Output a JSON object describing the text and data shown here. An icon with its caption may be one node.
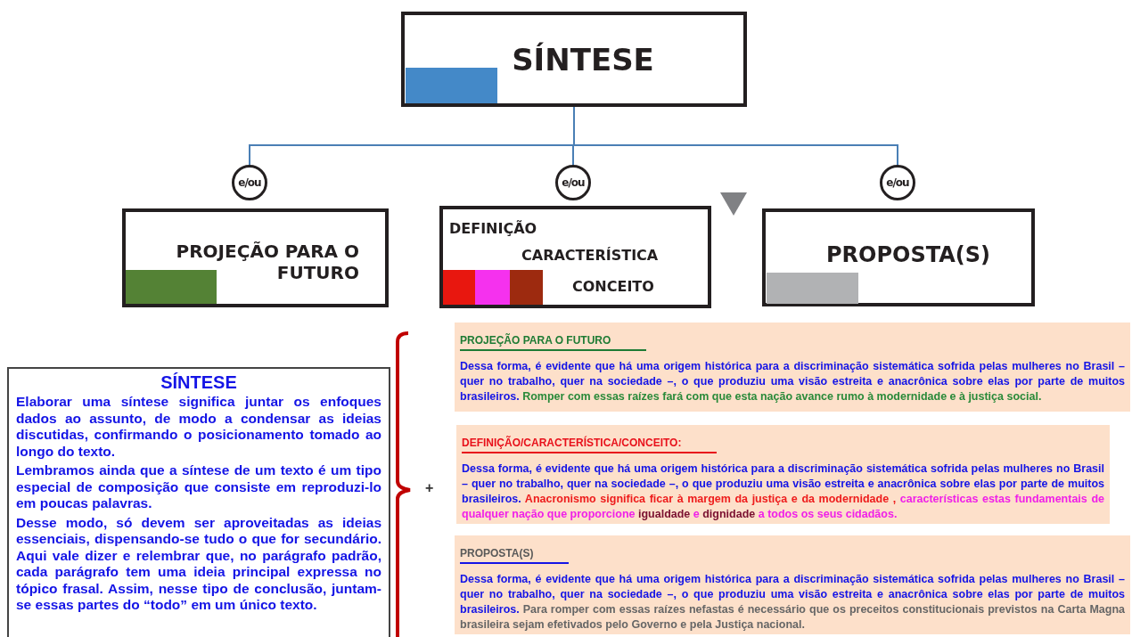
{
  "diagram": {
    "nodes": [
      {
        "text": [
          "SÍNTESE"
        ]
      },
      {
        "text": [
          "e/ou"
        ]
      },
      {
        "text": [
          "e/ou"
        ]
      },
      {
        "text": [
          "e/ou"
        ]
      },
      {
        "text": [
          "PROJEÇÃO PARA O FUTURO"
        ]
      },
      {
        "text": [
          "DEFINIÇÃO",
          "CARACTERÍSTICA",
          "CONCEITO"
        ]
      },
      {
        "text": [
          "PROPOSTA(S)"
        ]
      },
      {
        "text": [],
        "shape": "triangle"
      },
      {
        "text": [
          "SÍNTESE",
          "Elaborar uma síntese significa juntar os enfoques dados ao assunto, de modo a condensar as ideias discutidas, confirmando o posicionamento tomado ao longo do texto.",
          "Lembramos ainda que a síntese de um texto é um tipo especial de composição que consiste em reproduzi-lo em poucas palavras.",
          "Desse modo, só devem ser aproveitadas as ideias essenciais, dispensando-se tudo o que for secundário. Aqui vale dizer e relembrar que, no parágrafo padrão, cada parágrafo tem uma ideia principal expressa no tópico frasal. Assim, nesse tipo de conclusão, juntam-se essas partes do “todo” em um único texto."
        ]
      },
      {
        "text": [
          "PROJEÇÃO PARA O FUTURO",
          "Dessa forma, é evidente que há uma origem histórica para a discriminação sistemática sofrida pelas mulheres no Brasil – quer no trabalho, quer na sociedade –, o que produziu uma visão estreita e anacrônica sobre elas por parte de muitos brasileiros.",
          "Romper com essas raízes fará com que esta nação avance rumo à modernidade e à justiça social."
        ]
      },
      {
        "text": [
          "DEFINIÇÃO/CARACTERÍSTICA/CONCEITO:",
          "Dessa forma, é evidente que há uma origem histórica para a discriminação sistemática sofrida pelas mulheres no Brasil – quer no trabalho, quer na sociedade –, o que produziu uma visão estreita e anacrônica sobre elas por parte de muitos brasileiros.",
          "Anacronismo significa ficar à margem da justiça e da modernidade ,",
          "características estas fundamentais de qualquer nação que proporcione",
          "igualdade",
          "e",
          "dignidade",
          "a todos os seus cidadãos."
        ]
      },
      {
        "text": [
          "PROPOSTA(S)",
          "Dessa forma, é evidente que há uma origem histórica para a discriminação sistemática sofrida pelas mulheres no Brasil – quer no trabalho, quer na sociedade –, o que produziu uma visão estreita e anacrônica sobre elas por parte de muitos brasileiros.",
          "Para romper com essas raízes nefastas é necessário que os preceitos constitucionais previstos na Carta Magna brasileira sejam efetivados pelo Governo e pela Justiça nacional."
        ]
      }
    ],
    "edges": [
      {
        "from": 0,
        "to": 1,
        "arrow": "none"
      },
      {
        "from": 0,
        "to": 2,
        "arrow": "none"
      },
      {
        "from": 0,
        "to": 3,
        "arrow": "none"
      }
    ],
    "labels": [
      "+"
    ]
  }
}
